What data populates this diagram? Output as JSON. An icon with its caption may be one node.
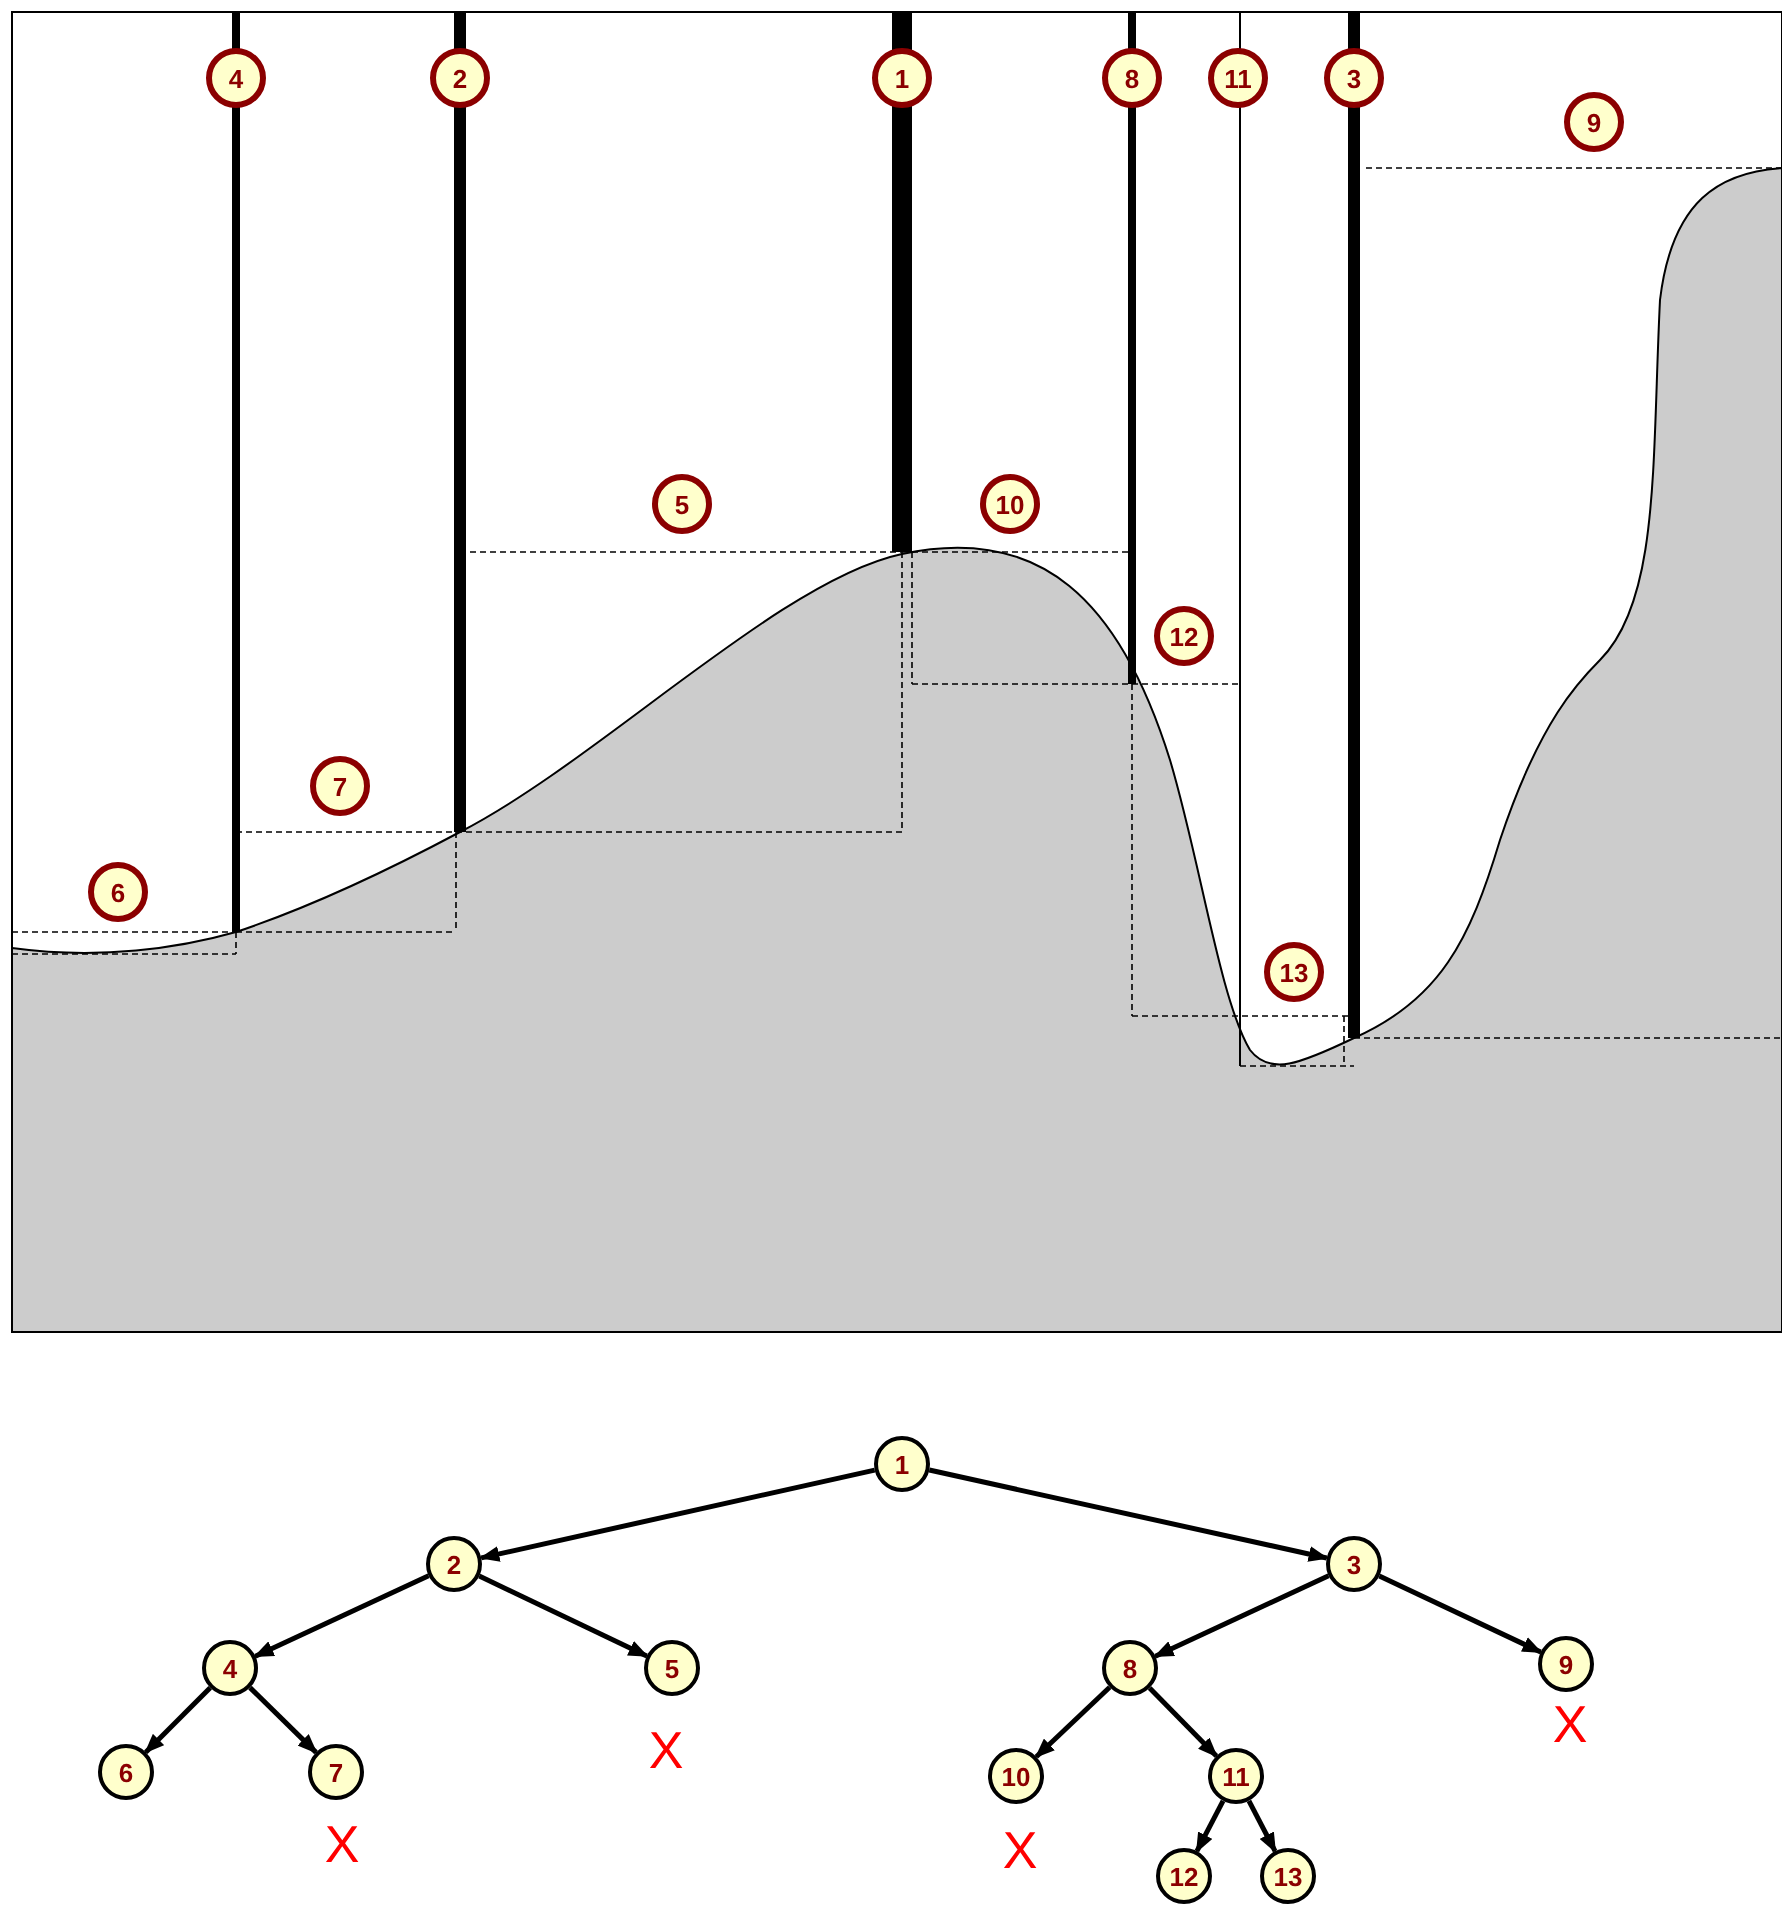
{
  "diagram": {
    "nodes": [
      {
        "text": [
          "1"
        ]
      },
      {
        "text": [
          "2"
        ]
      },
      {
        "text": [
          "3"
        ]
      },
      {
        "text": [
          "4"
        ]
      },
      {
        "text": [
          "5"
        ]
      },
      {
        "text": [
          "8"
        ]
      },
      {
        "text": [
          "9"
        ]
      },
      {
        "text": [
          "6"
        ]
      },
      {
        "text": [
          "7"
        ]
      },
      {
        "text": [
          "10"
        ]
      },
      {
        "text": [
          "11"
        ]
      },
      {
        "text": [
          "12"
        ]
      },
      {
        "text": [
          "13"
        ]
      }
    ],
    "edges": [
      {
        "from": 0,
        "to": 1,
        "arrow": "to"
      },
      {
        "from": 0,
        "to": 2,
        "arrow": "to"
      },
      {
        "from": 1,
        "to": 3,
        "arrow": "to"
      },
      {
        "from": 1,
        "to": 4,
        "arrow": "to"
      },
      {
        "from": 2,
        "to": 5,
        "arrow": "to"
      },
      {
        "from": 2,
        "to": 6,
        "arrow": "to"
      },
      {
        "from": 3,
        "to": 7,
        "arrow": "to"
      },
      {
        "from": 3,
        "to": 8,
        "arrow": "to"
      },
      {
        "from": 5,
        "to": 9,
        "arrow": "to"
      },
      {
        "from": 5,
        "to": 10,
        "arrow": "to"
      },
      {
        "from": 10,
        "to": 11,
        "arrow": "to"
      },
      {
        "from": 10,
        "to": 12,
        "arrow": "to"
      }
    ],
    "labels": [
      "4",
      "2",
      "1",
      "8",
      "11",
      "3",
      "9",
      "5",
      "10",
      "12",
      "7",
      "6",
      "13",
      "X",
      "X",
      "X",
      "X"
    ]
  }
}
